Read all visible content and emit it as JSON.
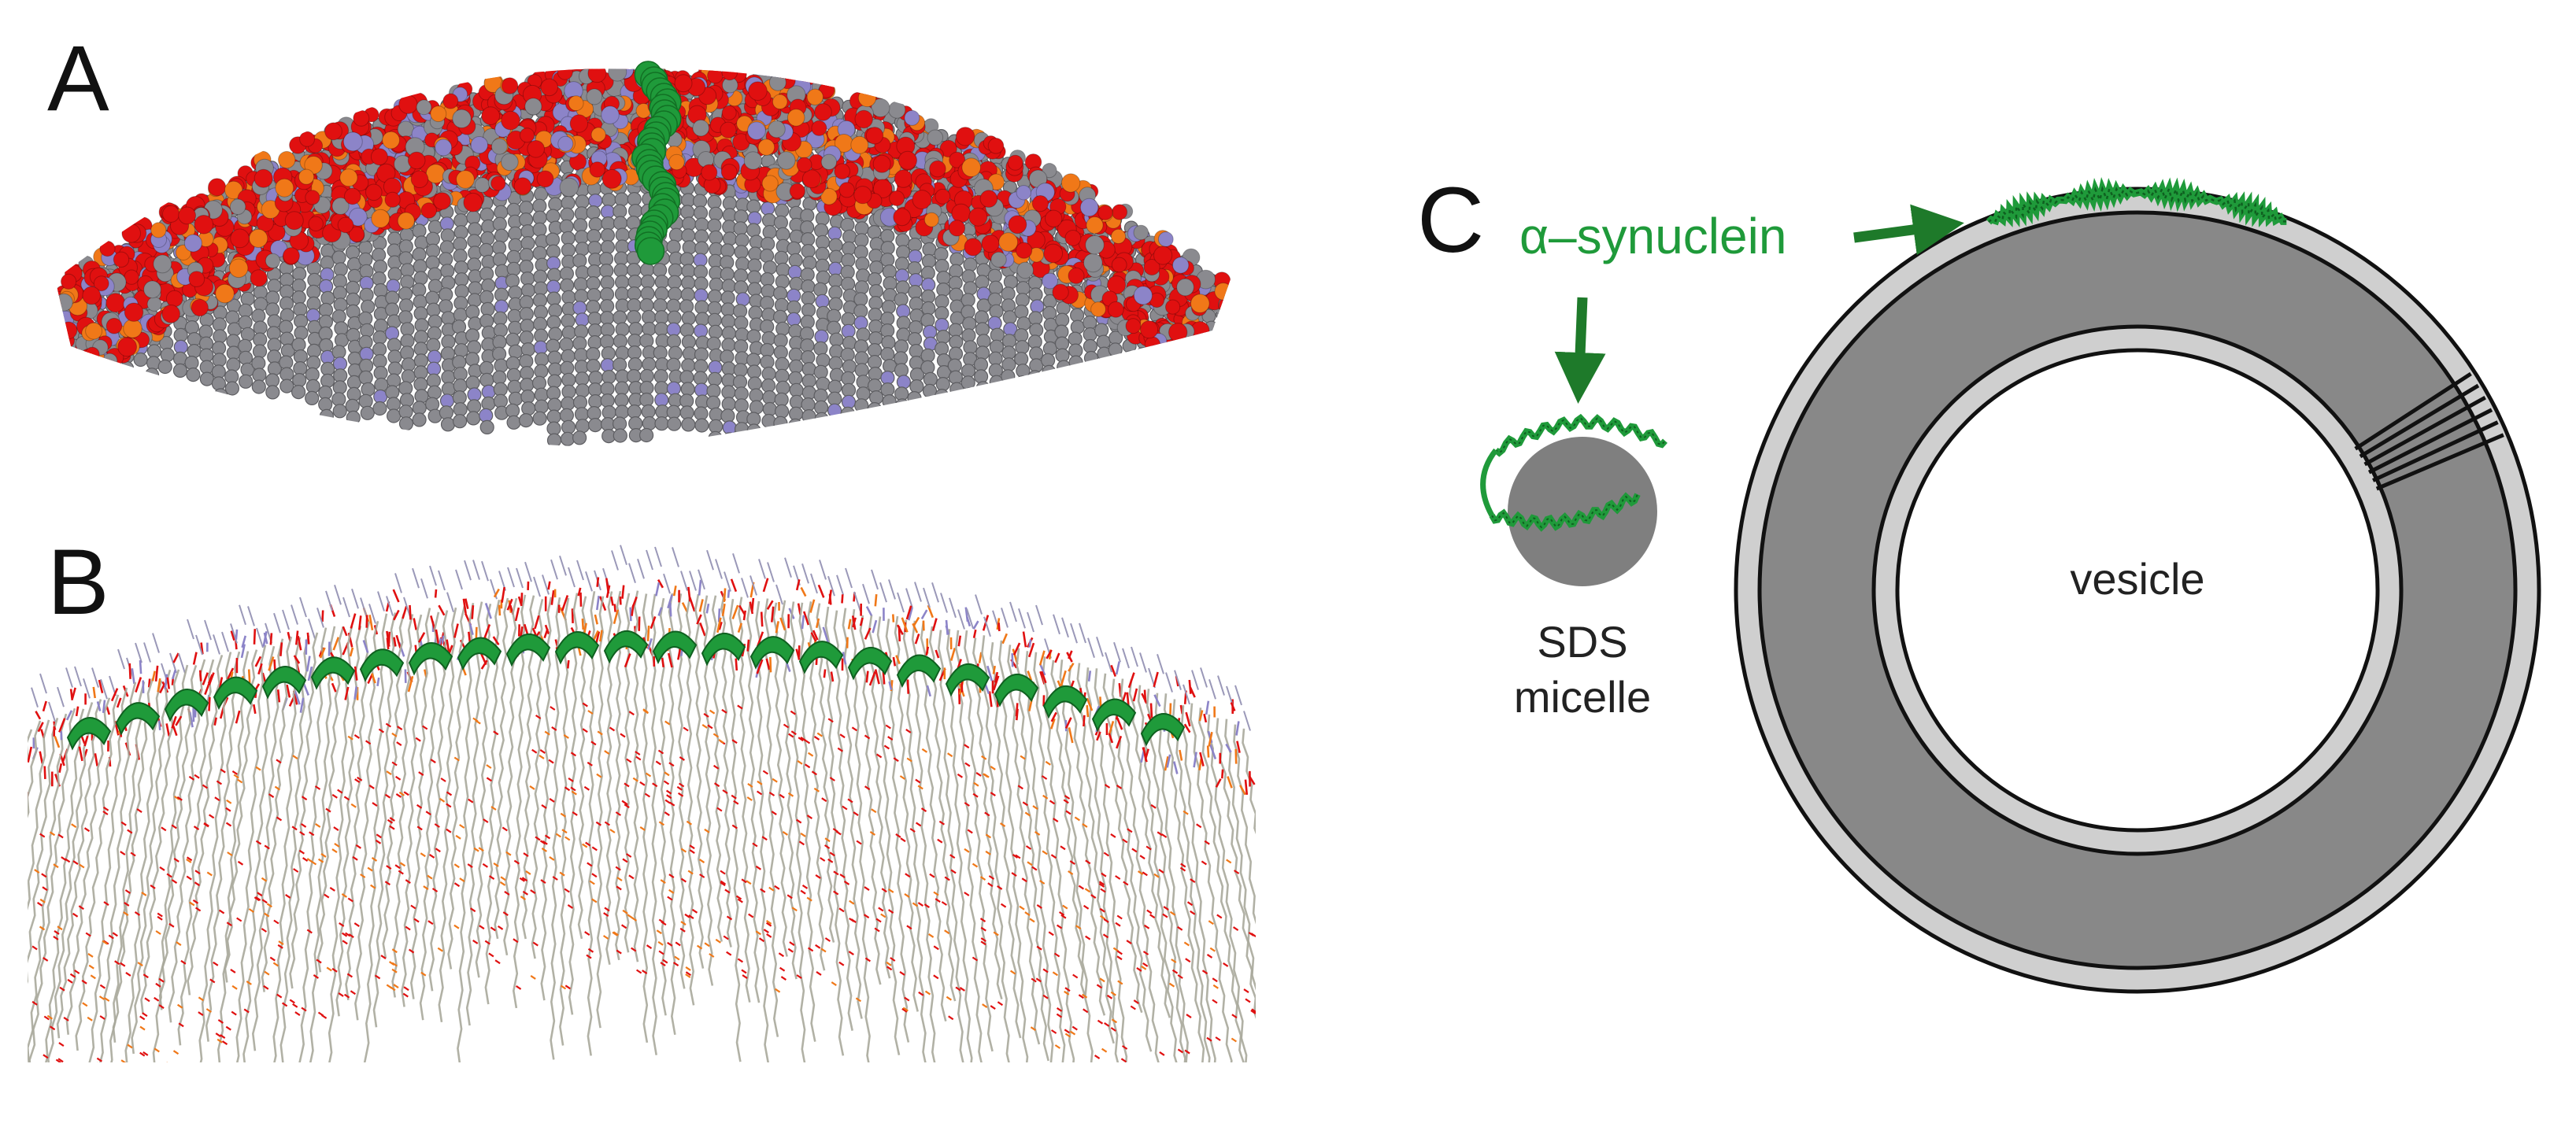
{
  "panels": {
    "a": {
      "letter": "A"
    },
    "b": {
      "letter": "B"
    },
    "c": {
      "letter": "C"
    }
  },
  "labels": {
    "protein": "α–synuclein",
    "micelle_line1": "SDS",
    "micelle_line2": "micelle",
    "vesicle": "vesicle"
  },
  "colors": {
    "oxygen": "#e01010",
    "carbon": "#8a8a8f",
    "phosphorus": "#f07818",
    "nitrogen": "#8c84c8",
    "protein": "#1f9a3a",
    "arrow": "#1e7a2a",
    "lipid_tail": "#a9a99b",
    "membrane_core": "#888888",
    "membrane_headgroup": "#cfcfcf",
    "outline": "#111111"
  }
}
